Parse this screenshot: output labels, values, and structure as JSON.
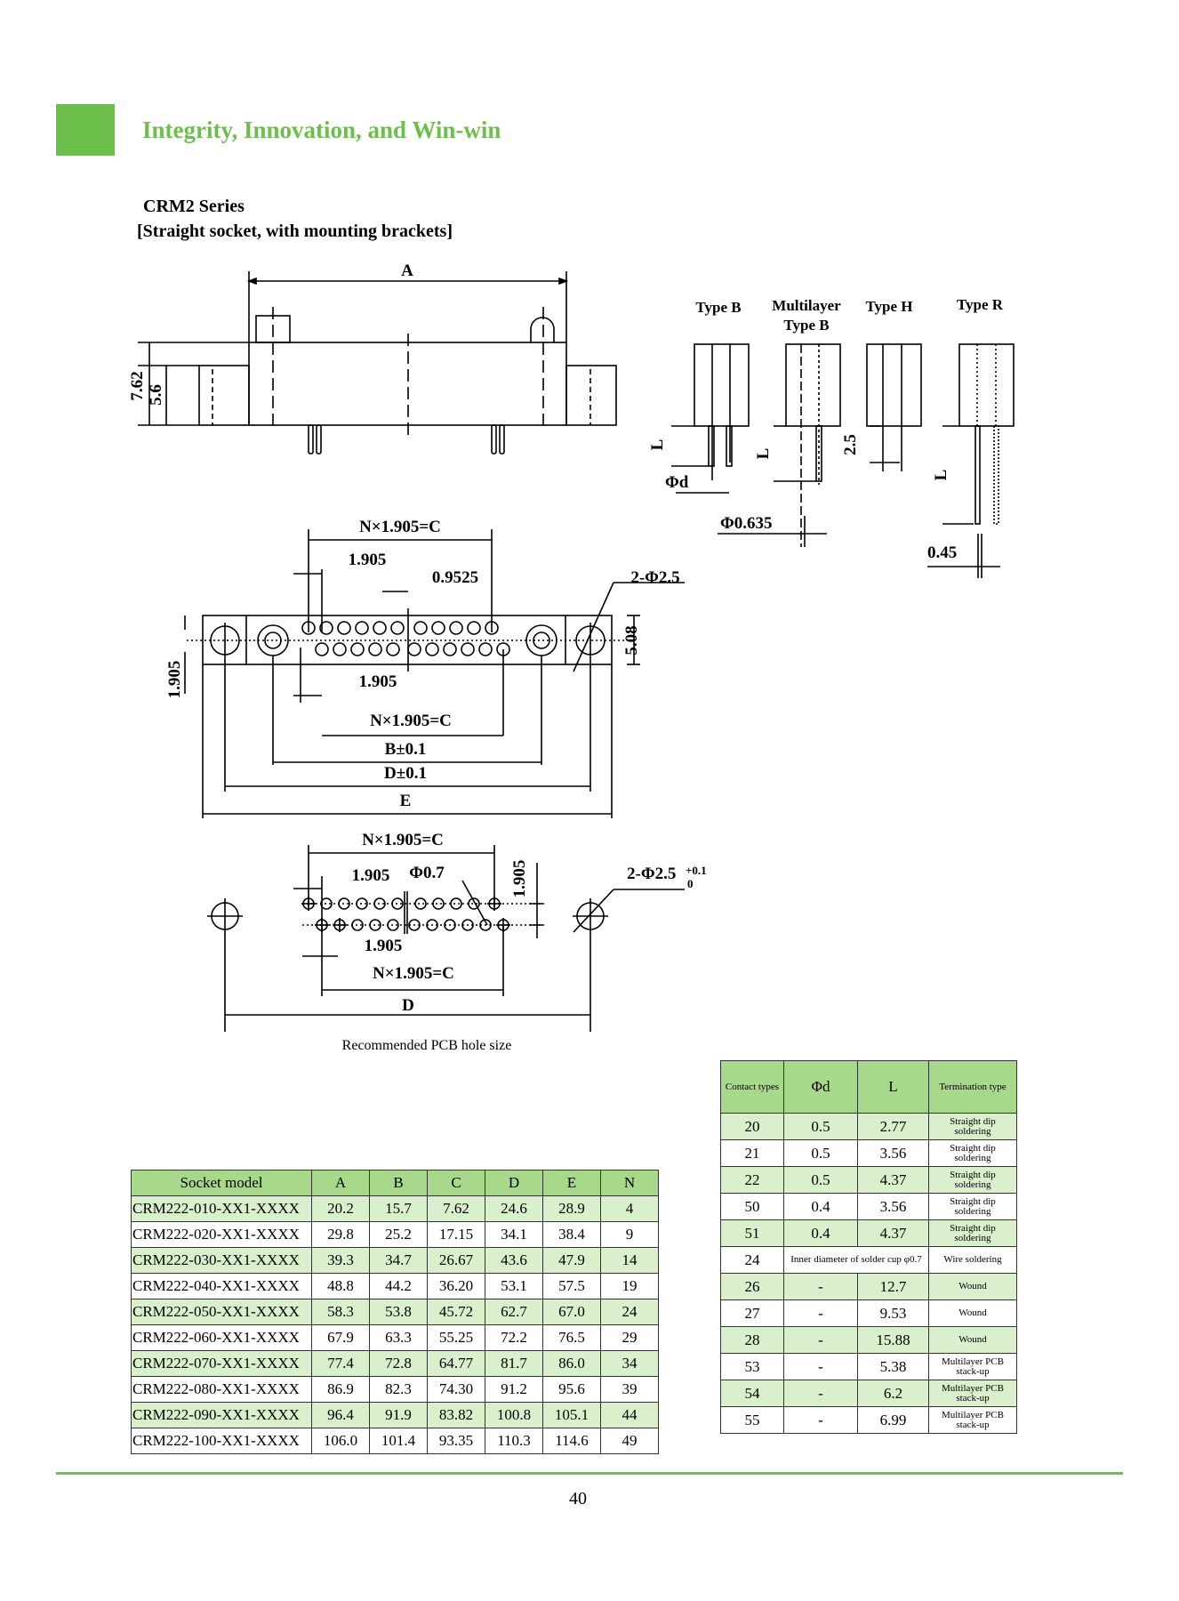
{
  "header": {
    "tagline": "Integrity, Innovation, and Win-win"
  },
  "title": {
    "series": "CRM2 Series",
    "subtitle": "[Straight socket, with mounting brackets]"
  },
  "drawing": {
    "side_view": {
      "dim_a": "A",
      "dim_762": "7.62",
      "dim_56": "5.6"
    },
    "types": {
      "type_b": "Type B",
      "multilayer_line1": "Multilayer",
      "multilayer_line2": "Type B",
      "type_h": "Type H",
      "type_r": "Type R",
      "dim_l": "L",
      "dim_phid": "Φd",
      "dim_phi0635": "Φ0.635",
      "dim_25": "2.5",
      "dim_045": "0.45"
    },
    "top_view": {
      "nc_top": "N×1.905=C",
      "pitch_top": "1.905",
      "half_pitch": "0.9525",
      "mount_holes": "2-Φ2.5",
      "dim_508": "5.08",
      "dim_1905_v": "1.905",
      "pitch_bottom": "1.905",
      "nc_bottom": "N×1.905=C",
      "dim_b": "B±0.1",
      "dim_d": "D±0.1",
      "dim_e": "E"
    },
    "pcb_view": {
      "nc_top": "N×1.905=C",
      "pitch_top": "1.905",
      "hole": "Φ0.7",
      "dim_1905_v": "1.905",
      "mount_holes_main": "2-Φ2.5",
      "tol_upper": "+0.1",
      "tol_lower": "0",
      "pitch_bottom": "1.905",
      "nc_bottom": "N×1.905=C",
      "dim_d": "D",
      "caption": "Recommended PCB hole size"
    }
  },
  "socket_table": {
    "headers": [
      "Socket model",
      "A",
      "B",
      "C",
      "D",
      "E",
      "N"
    ],
    "rows": [
      [
        "CRM222-010-XX1-XXXX",
        "20.2",
        "15.7",
        "7.62",
        "24.6",
        "28.9",
        "4"
      ],
      [
        "CRM222-020-XX1-XXXX",
        "29.8",
        "25.2",
        "17.15",
        "34.1",
        "38.4",
        "9"
      ],
      [
        "CRM222-030-XX1-XXXX",
        "39.3",
        "34.7",
        "26.67",
        "43.6",
        "47.9",
        "14"
      ],
      [
        "CRM222-040-XX1-XXXX",
        "48.8",
        "44.2",
        "36.20",
        "53.1",
        "57.5",
        "19"
      ],
      [
        "CRM222-050-XX1-XXXX",
        "58.3",
        "53.8",
        "45.72",
        "62.7",
        "67.0",
        "24"
      ],
      [
        "CRM222-060-XX1-XXXX",
        "67.9",
        "63.3",
        "55.25",
        "72.2",
        "76.5",
        "29"
      ],
      [
        "CRM222-070-XX1-XXXX",
        "77.4",
        "72.8",
        "64.77",
        "81.7",
        "86.0",
        "34"
      ],
      [
        "CRM222-080-XX1-XXXX",
        "86.9",
        "82.3",
        "74.30",
        "91.2",
        "95.6",
        "39"
      ],
      [
        "CRM222-090-XX1-XXXX",
        "96.4",
        "91.9",
        "83.82",
        "100.8",
        "105.1",
        "44"
      ],
      [
        "CRM222-100-XX1-XXXX",
        "106.0",
        "101.4",
        "93.35",
        "110.3",
        "114.6",
        "49"
      ]
    ]
  },
  "contact_table": {
    "headers": [
      "Contact types",
      "Φd",
      "L",
      "Termination type"
    ],
    "rows": [
      [
        "20",
        "0.5",
        "2.77",
        "Straight dip soldering"
      ],
      [
        "21",
        "0.5",
        "3.56",
        "Straight dip soldering"
      ],
      [
        "22",
        "0.5",
        "4.37",
        "Straight dip soldering"
      ],
      [
        "50",
        "0.4",
        "3.56",
        "Straight dip soldering"
      ],
      [
        "51",
        "0.4",
        "4.37",
        "Straight dip soldering"
      ],
      [
        "24",
        "Inner diameter of solder cup φ0.7",
        "",
        "Wire soldering"
      ],
      [
        "26",
        "-",
        "12.7",
        "Wound"
      ],
      [
        "27",
        "-",
        "9.53",
        "Wound"
      ],
      [
        "28",
        "-",
        "15.88",
        "Wound"
      ],
      [
        "53",
        "-",
        "5.38",
        "Multilayer PCB stack-up"
      ],
      [
        "54",
        "-",
        "6.2",
        "Multilayer PCB stack-up"
      ],
      [
        "55",
        "-",
        "6.99",
        "Multilayer PCB stack-up"
      ]
    ]
  },
  "footer": {
    "page_number": "40"
  }
}
